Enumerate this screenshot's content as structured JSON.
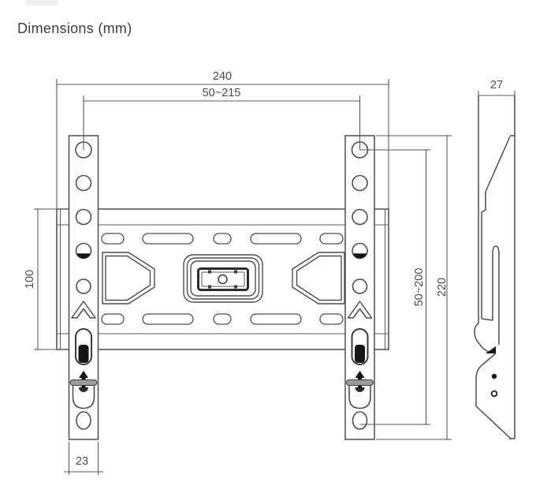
{
  "title": "Dimensions (mm)",
  "unit": "mm",
  "colors": {
    "background": "#ffffff",
    "drawing_line": "#4d4d4d",
    "dimension_line": "#5a5a5a",
    "text": "#3d3d3d",
    "dark_fill": "#161616",
    "gray_fill": "#9b9b9b"
  },
  "front_view": {
    "dims": {
      "overall_width": "240",
      "hole_spacing_width": "50~215",
      "plate_height": "100",
      "hole_spacing_height": "50~200",
      "rail_height": "220",
      "rail_width": "23"
    }
  },
  "side_view": {
    "dims": {
      "depth": "27"
    }
  }
}
